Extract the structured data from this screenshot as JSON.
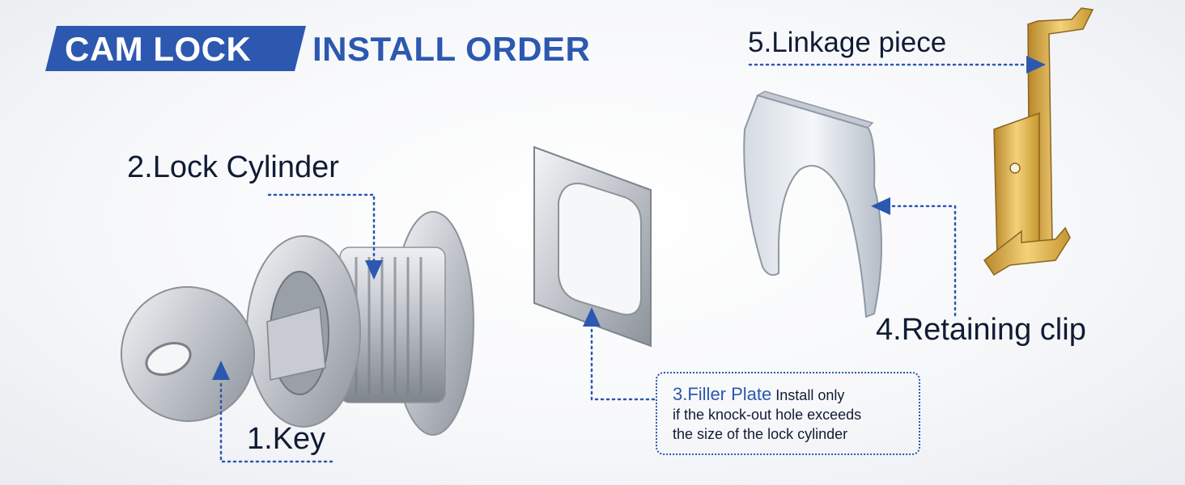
{
  "header": {
    "title_highlight": "CAM LOCK",
    "title_rest": "INSTALL ORDER"
  },
  "labels": {
    "key": "1.Key",
    "lock_cylinder": "2.Lock Cylinder",
    "filler_plate": "3.Filler Plate",
    "retaining_clip": "4.Retaining clip",
    "linkage_piece": "5.Linkage piece"
  },
  "filler_note": {
    "line1": "Install only",
    "line2": "if the knock-out hole exceeds",
    "line3": "the size of the lock cylinder"
  },
  "colors": {
    "accent": "#2c58b0",
    "text": "#101c34",
    "metal": "#c9ccd1",
    "brass": "#d8ab3c"
  }
}
